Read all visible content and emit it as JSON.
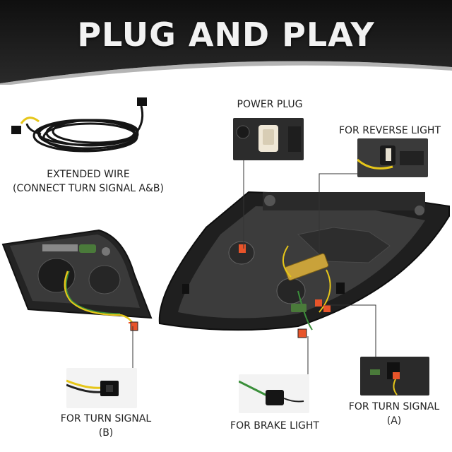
{
  "banner": {
    "title": "PLUG AND PLAY"
  },
  "callouts": {
    "power_plug": "POWER PLUG",
    "reverse_light": "FOR REVERSE LIGHT",
    "extended_wire_line1": "EXTENDED WIRE",
    "extended_wire_line2": "(CONNECT TURN SIGNAL A&B)",
    "turn_signal_b_line1": "FOR TURN SIGNAL",
    "turn_signal_b_line2": "(B)",
    "brake_light": "FOR BRAKE LIGHT",
    "turn_signal_a_line1": "FOR TURN SIGNAL",
    "turn_signal_a_line2": "(A)"
  },
  "colors": {
    "banner": "#1a1a1a",
    "housing": "#2b2b2b",
    "connector_orange": "#e8542a",
    "wire_yellow": "#e6c619",
    "wire_green": "#3a8f3a"
  }
}
